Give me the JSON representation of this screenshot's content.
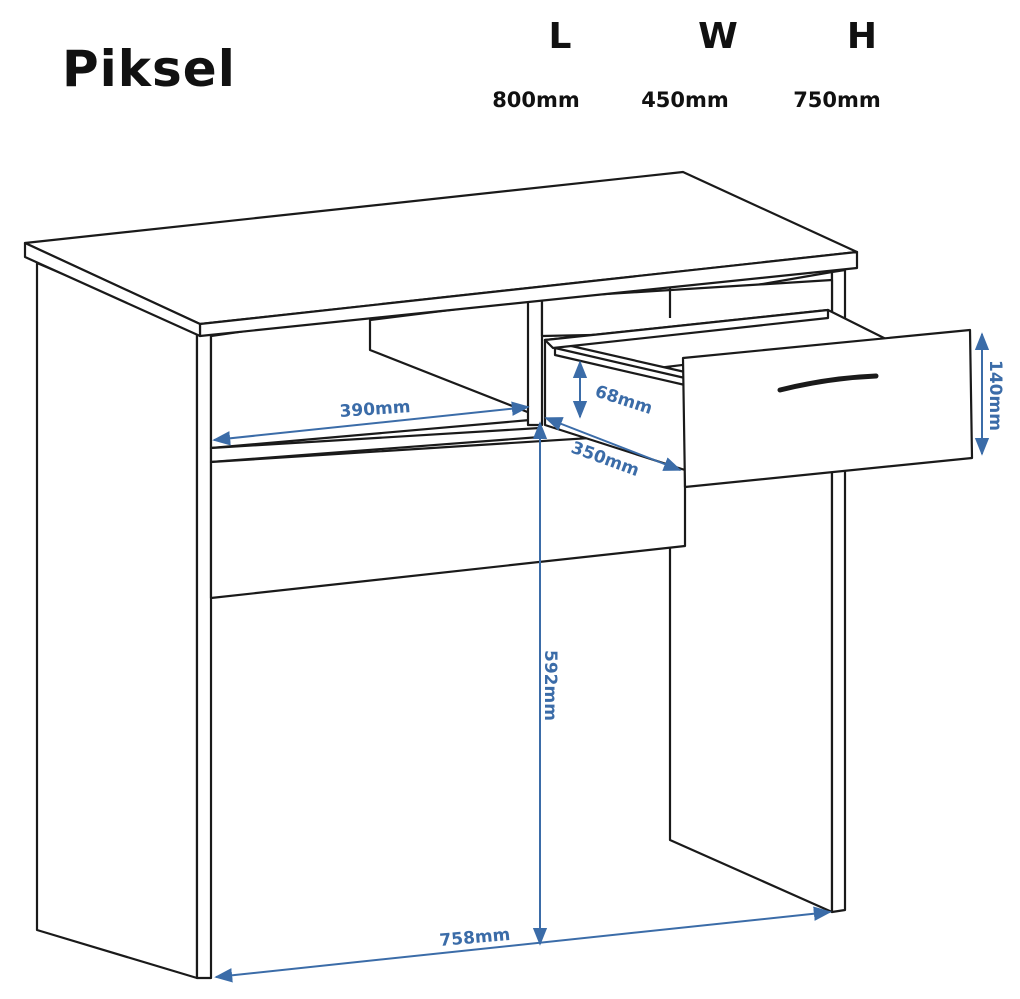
{
  "title": "Piksel",
  "headers": {
    "length": {
      "letter": "L",
      "value": "800mm"
    },
    "width": {
      "letter": "W",
      "value": "450mm"
    },
    "height": {
      "letter": "H",
      "value": "750mm"
    }
  },
  "dimensions": {
    "shelf_width": "390mm",
    "drawer_depth": "350mm",
    "drawer_inner_height": "68mm",
    "drawer_front_height": "140mm",
    "knee_height": "592mm",
    "inner_width": "758mm"
  },
  "colors": {
    "dimension": "#3b6ca8",
    "outline": "#1a1a1a"
  }
}
